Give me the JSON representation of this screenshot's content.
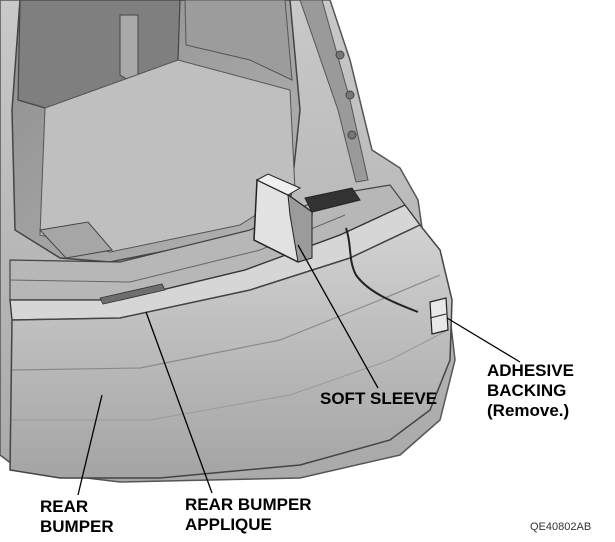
{
  "labels": {
    "adhesive_backing": [
      "ADHESIVE",
      "BACKING",
      "(Remove.)"
    ],
    "soft_sleeve": "SOFT SLEEVE",
    "rear_bumper": [
      "REAR",
      "BUMPER"
    ],
    "rear_bumper_applique": [
      "REAR BUMPER",
      "APPLIQUE"
    ]
  },
  "figure_code": "QE40802AB"
}
